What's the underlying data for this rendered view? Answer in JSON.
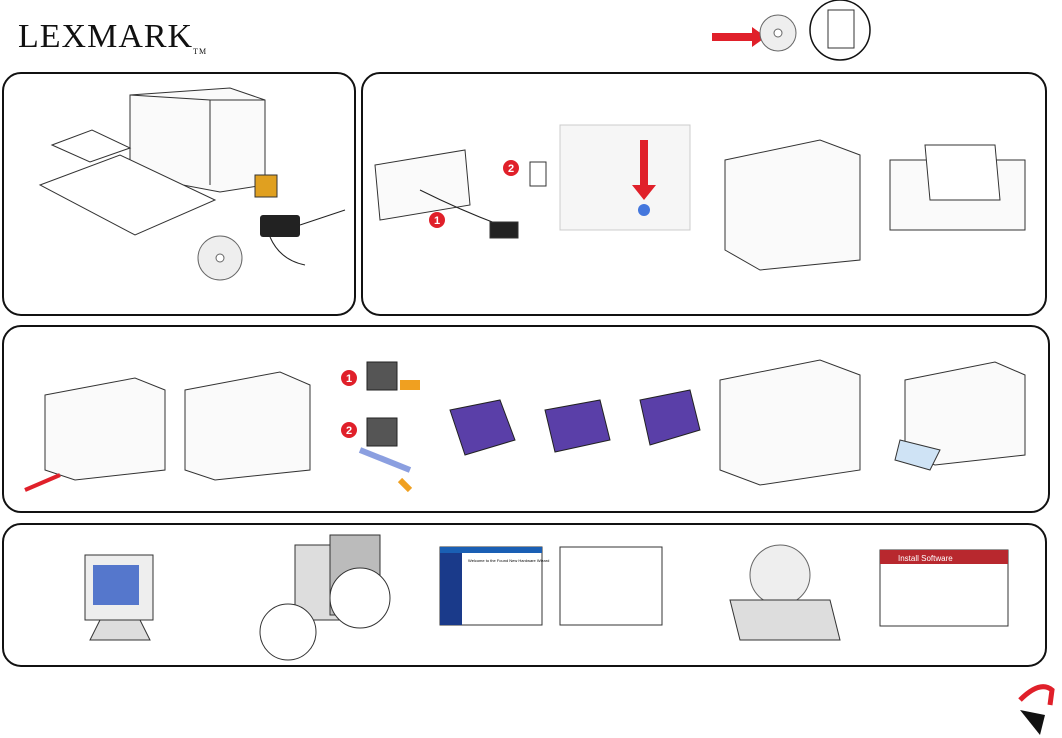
{
  "header": {
    "brand": "LEXMARK",
    "trademark": "TM"
  },
  "steps": {
    "setup": [
      "1",
      "2"
    ],
    "cartridges": [
      "1",
      "2"
    ]
  },
  "screens": {
    "welcome_title": "Welcome to the Found New Hardware Wizard",
    "install_title": "Install Software"
  },
  "colors": {
    "accent_red": "#e0202a",
    "outline": "#111111",
    "cartridge_purple": "#5a3fa8",
    "cartridge_orange": "#f0a020"
  }
}
